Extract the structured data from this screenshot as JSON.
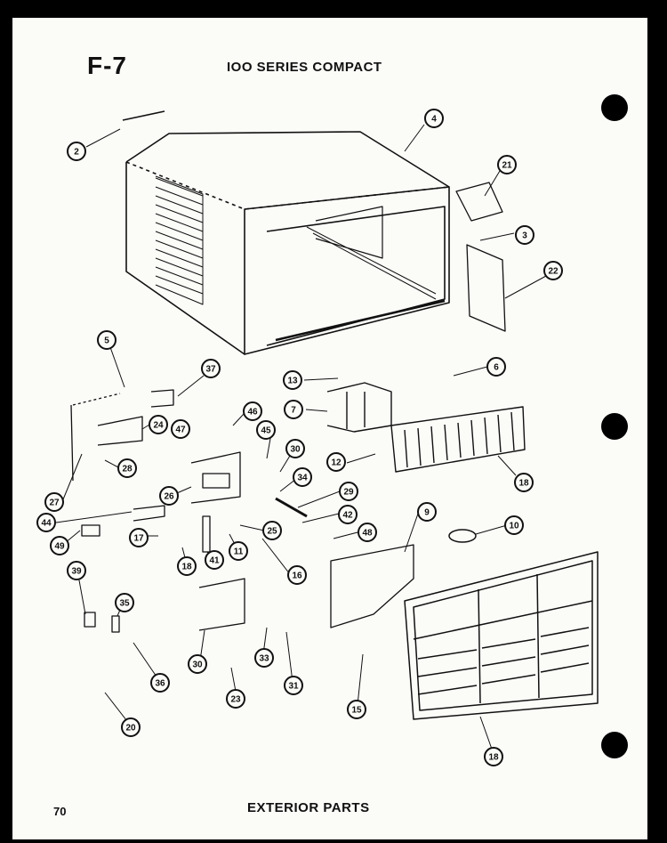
{
  "header": {
    "figure_code": "F-7",
    "series_title": "IOO SERIES COMPACT"
  },
  "footer": {
    "page_number": "70",
    "section_title": "EXTERIOR PARTS"
  },
  "callouts": [
    "2",
    "4",
    "21",
    "3",
    "22",
    "5",
    "37",
    "13",
    "7",
    "6",
    "46",
    "24",
    "47",
    "45",
    "30",
    "12",
    "18",
    "28",
    "34",
    "27",
    "26",
    "29",
    "44",
    "42",
    "25",
    "48",
    "9",
    "10",
    "49",
    "17",
    "16",
    "11",
    "41",
    "18",
    "39",
    "35",
    "30",
    "33",
    "31",
    "36",
    "23",
    "15",
    "18",
    "20"
  ]
}
